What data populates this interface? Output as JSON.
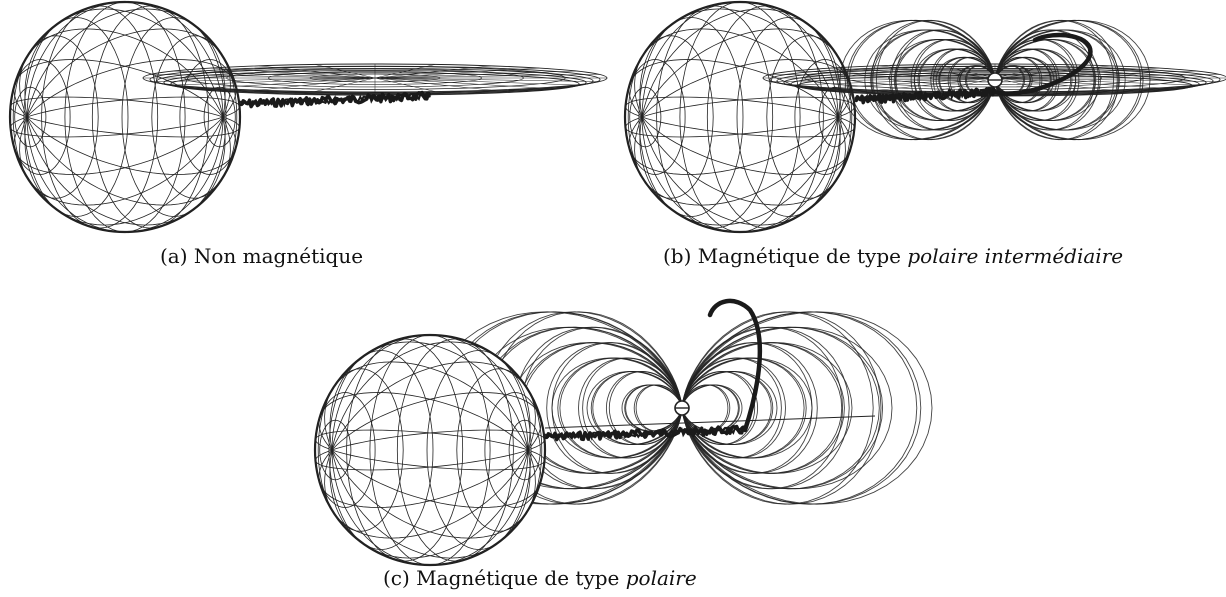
{
  "figure": {
    "panels": [
      {
        "id": "a",
        "label": "(a)",
        "text": "Non magnétique",
        "italic_text": "",
        "magnetic": false,
        "field_loops": false,
        "disc": true
      },
      {
        "id": "b",
        "label": "(b)",
        "text": "Magnétique de type",
        "italic_text": "polaire intermédiaire",
        "magnetic": true,
        "field_loops": true,
        "disc": true
      },
      {
        "id": "c",
        "label": "(c)",
        "text": "Magnétique de type",
        "italic_text": "polaire",
        "magnetic": true,
        "field_loops": true,
        "disc": false
      }
    ],
    "colors": {
      "line": "#222222",
      "stream": "#1a1a1a",
      "background": "#ffffff"
    }
  }
}
